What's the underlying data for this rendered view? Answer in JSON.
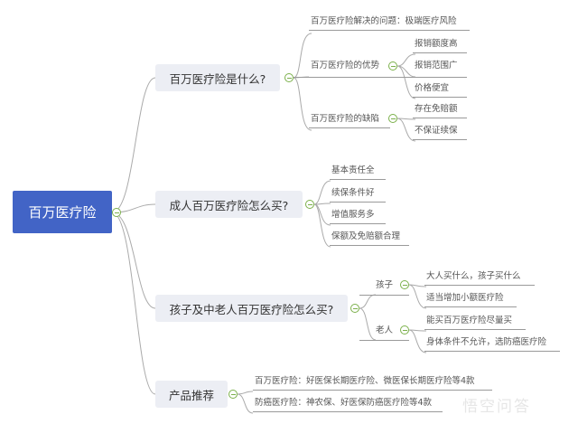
{
  "root": "百万医疗险",
  "branches": [
    {
      "label": "百万医疗险是什么?",
      "children": [
        {
          "label": "百万医疗险解决的问题：极端医疗风险"
        },
        {
          "label": "百万医疗险的优势",
          "children": [
            "报销额度高",
            "报销范围广",
            "价格便宜"
          ]
        },
        {
          "label": "百万医疗险的缺陷",
          "children": [
            "存在免赔额",
            "不保证续保"
          ]
        }
      ]
    },
    {
      "label": "成人百万医疗险怎么买?",
      "children": [
        "基本责任全",
        "续保条件好",
        "增值服务多",
        "保额及免赔额合理"
      ]
    },
    {
      "label": "孩子及中老人百万医疗险怎么买?",
      "children": [
        {
          "label": "孩子",
          "children": [
            "大人买什么，孩子买什么",
            "适当增加小额医疗险"
          ]
        },
        {
          "label": "老人",
          "children": [
            "能买百万医疗险尽量买",
            "身体条件不允许，选防癌医疗险"
          ]
        }
      ]
    },
    {
      "label": "产品推荐",
      "children": [
        "百万医疗险：好医保长期医疗险、微医保长期医疗险等4款",
        "防癌医疗险：神农保、好医保防癌医疗险等4款"
      ]
    }
  ],
  "watermark": "悟空问答"
}
